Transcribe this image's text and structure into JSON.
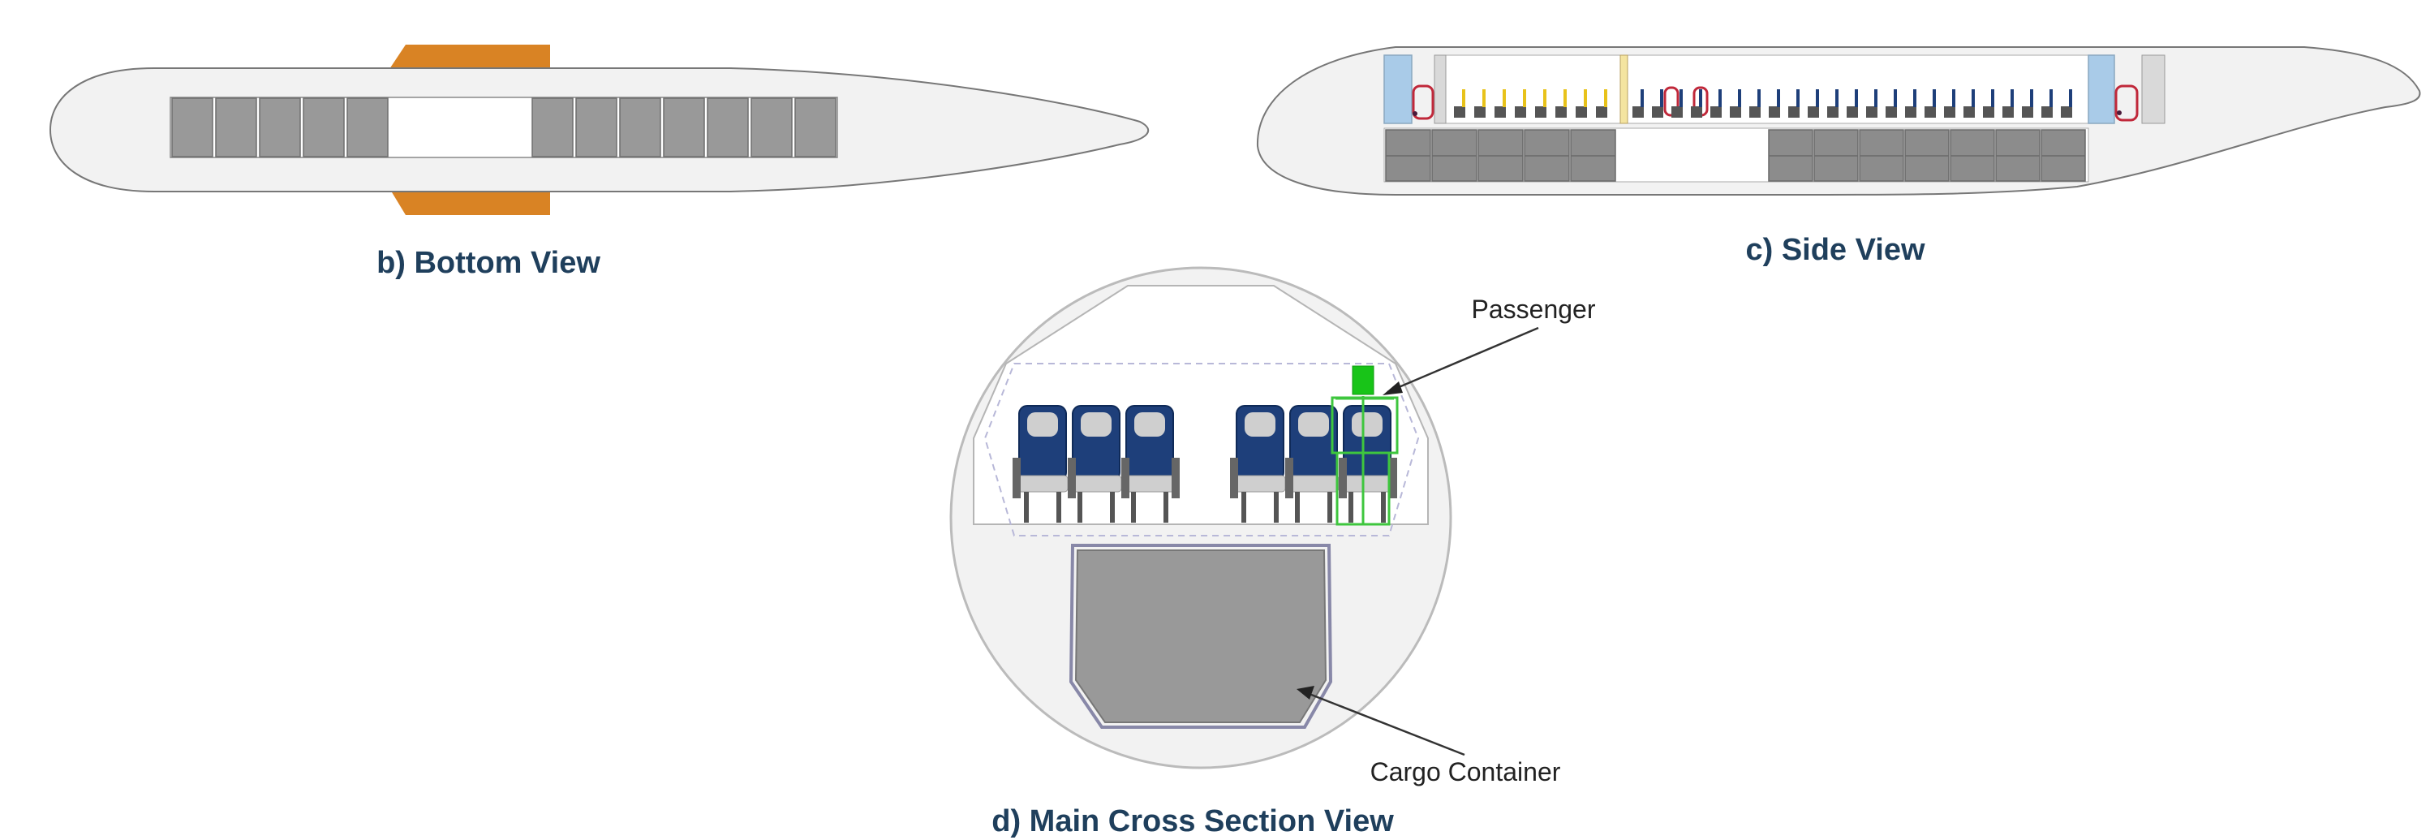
{
  "captions": {
    "bottom_view": "b) Bottom View",
    "side_view": "c) Side View",
    "cross_section": "d) Main Cross Section View"
  },
  "annotations": {
    "passenger": "Passenger",
    "cargo_container": "Cargo Container"
  },
  "colors": {
    "fuselage_fill": "#f2f2f2",
    "outline": "#777777",
    "cargo_gray": "#999999",
    "wing_orange": "#d98324",
    "seat_navy": "#1e3f7a",
    "seat_yellow": "#e8c21a",
    "door_blue": "#a9cbe8",
    "lav_red": "#c0283a",
    "passenger_green": "#18c418",
    "caption_color": "#1f3f5c"
  }
}
